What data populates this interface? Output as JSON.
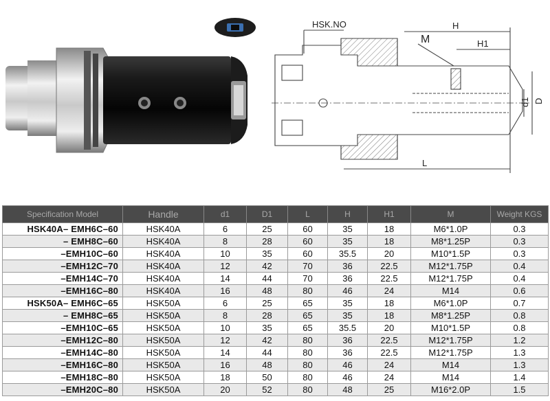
{
  "drawing": {
    "labels": {
      "hsk_no": "HSK.NO",
      "m": "M",
      "h": "H",
      "h1": "H1",
      "d1": "d1",
      "d2": "D",
      "l": "L"
    }
  },
  "table": {
    "headers": [
      "Specification Model",
      "Handle",
      "d1",
      "D1",
      "L",
      "H",
      "H1",
      "M",
      "Weight KGS"
    ],
    "rows": [
      [
        "HSK40A–  EMH6C–60",
        "HSK40A",
        "6",
        "25",
        "60",
        "35",
        "18",
        "M6*1.0P",
        "0.3"
      ],
      [
        "–  EMH8C–60",
        "HSK40A",
        "8",
        "28",
        "60",
        "35",
        "18",
        "M8*1.25P",
        "0.3"
      ],
      [
        "–EMH10C–60",
        "HSK40A",
        "10",
        "35",
        "60",
        "35.5",
        "20",
        "M10*1.5P",
        "0.3"
      ],
      [
        "–EMH12C–70",
        "HSK40A",
        "12",
        "42",
        "70",
        "36",
        "22.5",
        "M12*1.75P",
        "0.4"
      ],
      [
        "–EMH14C–70",
        "HSK40A",
        "14",
        "44",
        "70",
        "36",
        "22.5",
        "M12*1.75P",
        "0.4"
      ],
      [
        "–EMH16C–80",
        "HSK40A",
        "16",
        "48",
        "80",
        "46",
        "24",
        "M14",
        "0.6"
      ],
      [
        "HSK50A–  EMH6C–65",
        "HSK50A",
        "6",
        "25",
        "65",
        "35",
        "18",
        "M6*1.0P",
        "0.7"
      ],
      [
        "–  EMH8C–65",
        "HSK50A",
        "8",
        "28",
        "65",
        "35",
        "18",
        "M8*1.25P",
        "0.8"
      ],
      [
        "–EMH10C–65",
        "HSK50A",
        "10",
        "35",
        "65",
        "35.5",
        "20",
        "M10*1.5P",
        "0.8"
      ],
      [
        "–EMH12C–80",
        "HSK50A",
        "12",
        "42",
        "80",
        "36",
        "22.5",
        "M12*1.75P",
        "1.2"
      ],
      [
        "–EMH14C–80",
        "HSK50A",
        "14",
        "44",
        "80",
        "36",
        "22.5",
        "M12*1.75P",
        "1.3"
      ],
      [
        "–EMH16C–80",
        "HSK50A",
        "16",
        "48",
        "80",
        "46",
        "24",
        "M14",
        "1.3"
      ],
      [
        "–EMH18C–80",
        "HSK50A",
        "18",
        "50",
        "80",
        "46",
        "24",
        "M14",
        "1.4"
      ],
      [
        "–EMH20C–80",
        "HSK50A",
        "20",
        "52",
        "80",
        "48",
        "25",
        "M16*2.0P",
        "1.5"
      ]
    ]
  }
}
